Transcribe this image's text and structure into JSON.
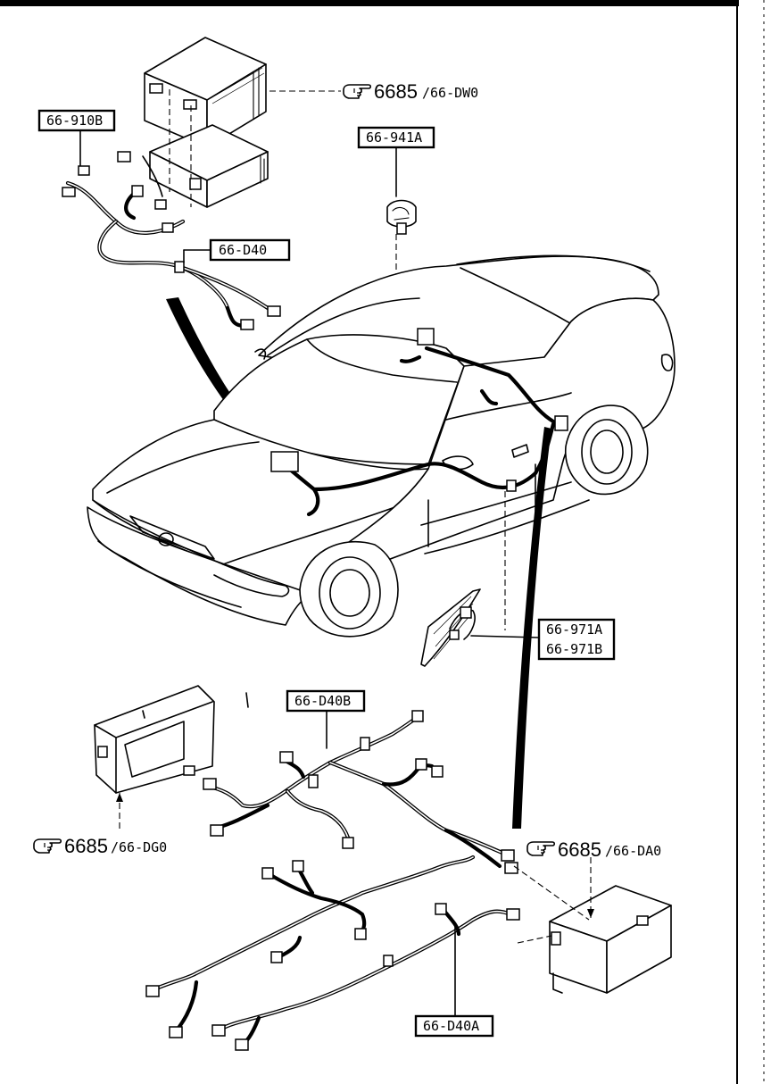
{
  "part_labels": {
    "p66_910B": "66-910B",
    "p66_941A": "66-941A",
    "p66_D40": "66-D40",
    "p66_971A": "66-971A",
    "p66_971B": "66-971B",
    "p66_D40B": "66-D40B",
    "p66_D40A": "66-D40A"
  },
  "references": {
    "top": {
      "number": "6685",
      "code": "/66-DW0"
    },
    "left": {
      "number": "6685",
      "code": "/66-DG0"
    },
    "right": {
      "number": "6685",
      "code": "/66-DA0"
    }
  },
  "icons": [
    "pointing-hand-icon"
  ],
  "colors": {
    "ink": "#000000",
    "paper": "#ffffff"
  }
}
